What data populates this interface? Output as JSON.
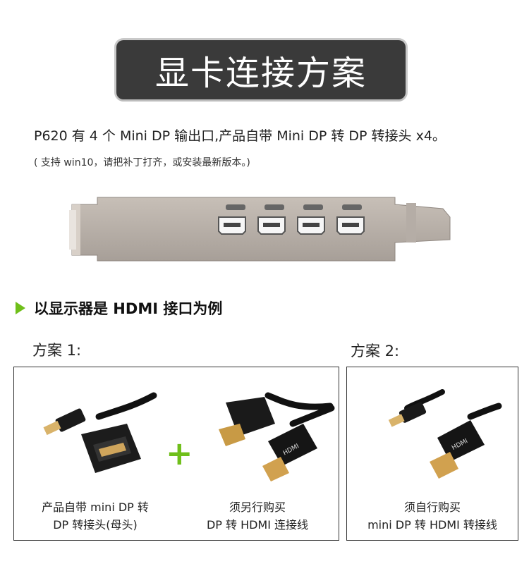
{
  "title": "显卡连接方案",
  "intro": {
    "line1": "P620 有 4 个 Mini DP 输出口,产品自带 Mini DP 转 DP 转接头 x4。",
    "line2": "( 支持 win10，请把补丁打齐，或安装最新版本。)"
  },
  "section": {
    "header": "以显示器是 HDMI 接口为例",
    "accent_color": "#6fbf1a"
  },
  "plans": [
    {
      "label": "方案 1:",
      "items": [
        {
          "caption_line1": "产品自带 mini DP 转",
          "caption_line2": "DP 转接头(母头)",
          "icon": "mini-dp-to-dp-adapter-icon"
        },
        {
          "caption_line1": "须另行购买",
          "caption_line2": "DP 转 HDMI 连接线",
          "icon": "dp-to-hdmi-cable-icon"
        }
      ],
      "plus": "+"
    },
    {
      "label": "方案 2:",
      "items": [
        {
          "caption_line1": "须自行购买",
          "caption_line2": "mini DP 转 HDMI 转接线",
          "icon": "mini-dp-to-hdmi-cable-icon"
        }
      ]
    }
  ],
  "hdmi_logo_text": "HDMI"
}
